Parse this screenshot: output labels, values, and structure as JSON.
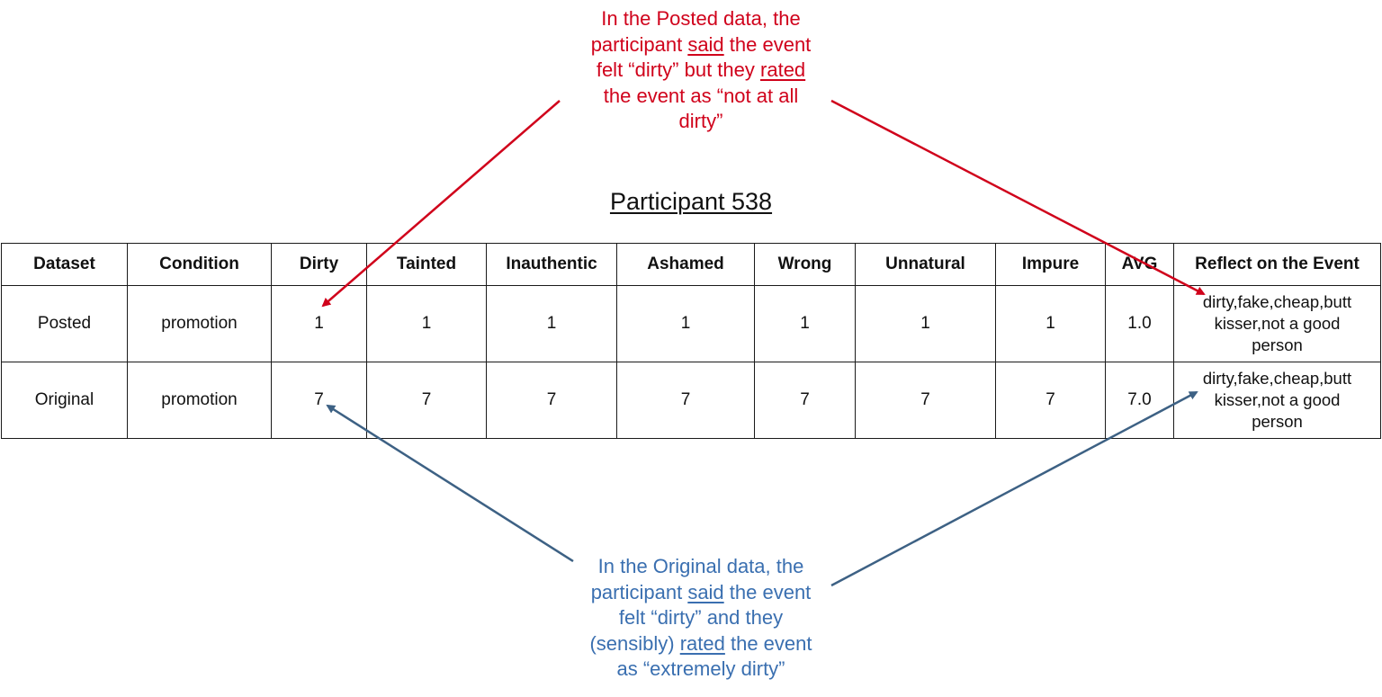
{
  "annotations": {
    "posted_note": {
      "line1_pre": "In the Posted data, the",
      "line2_pre": "participant ",
      "said": "said",
      "line2_post": " the event",
      "line3_pre": "felt “dirty” but they ",
      "rated": "rated",
      "line4": "the event as “not at all",
      "line5": "dirty”",
      "color": "#d0021b"
    },
    "original_note": {
      "line1": "In the Original data, the",
      "line2_pre": "participant ",
      "said": "said",
      "line2_post": " the event",
      "line3": "felt “dirty” and they",
      "line4_pre": "(sensibly) ",
      "rated": "rated",
      "line4_post": " the event",
      "line5": "as “extremely dirty”",
      "color": "#3a6fb0"
    }
  },
  "title": "Participant 538",
  "table": {
    "headers": [
      "Dataset",
      "Condition",
      "Dirty",
      "Tainted",
      "Inauthentic",
      "Ashamed",
      "Wrong",
      "Unnatural",
      "Impure",
      "AVG",
      "Reflect on the Event"
    ],
    "rows": [
      {
        "cells": [
          "Posted",
          "promotion",
          "1",
          "1",
          "1",
          "1",
          "1",
          "1",
          "1",
          "1.0"
        ],
        "reflect_lines": [
          "dirty,fake,cheap,butt",
          "kisser,not a good",
          "person"
        ]
      },
      {
        "cells": [
          "Original",
          "promotion",
          "7",
          "7",
          "7",
          "7",
          "7",
          "7",
          "7",
          "7.0"
        ],
        "reflect_lines": [
          "dirty,fake,cheap,butt",
          "kisser,not a good",
          "person"
        ]
      }
    ]
  }
}
